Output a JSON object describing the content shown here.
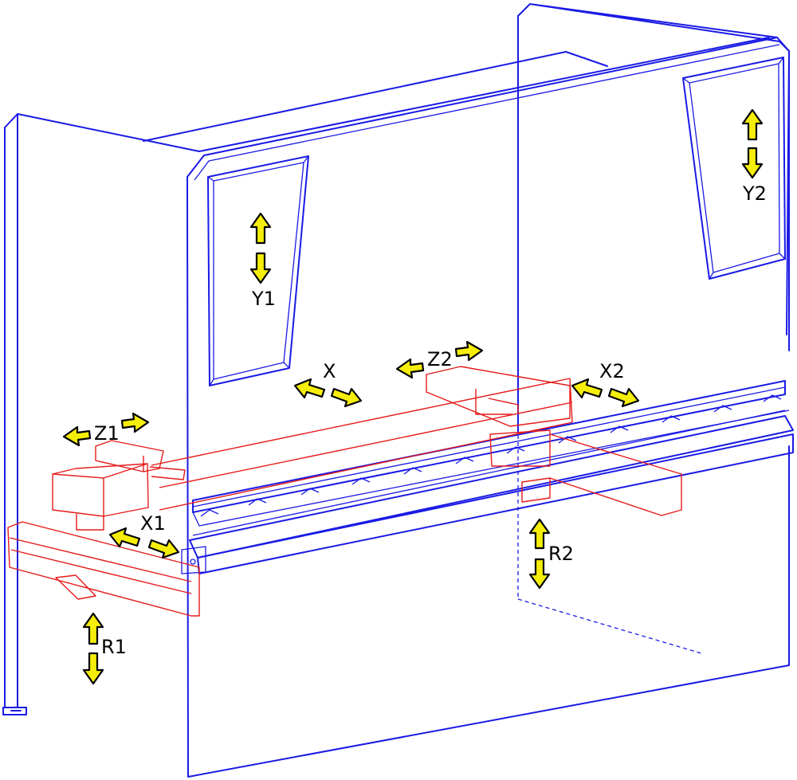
{
  "diagram": {
    "colors": {
      "machine_frame": "#1a1ae6",
      "backgauge": "#e61a1a",
      "axis_arrow_fill": "#f5ee0a",
      "axis_arrow_outline": "#000000"
    },
    "axis_labels": {
      "y1": "Y1",
      "y2": "Y2",
      "x": "X",
      "x1": "X1",
      "x2": "X2",
      "z1": "Z1",
      "z2": "Z2",
      "r1": "R1",
      "r2": "R2"
    }
  }
}
